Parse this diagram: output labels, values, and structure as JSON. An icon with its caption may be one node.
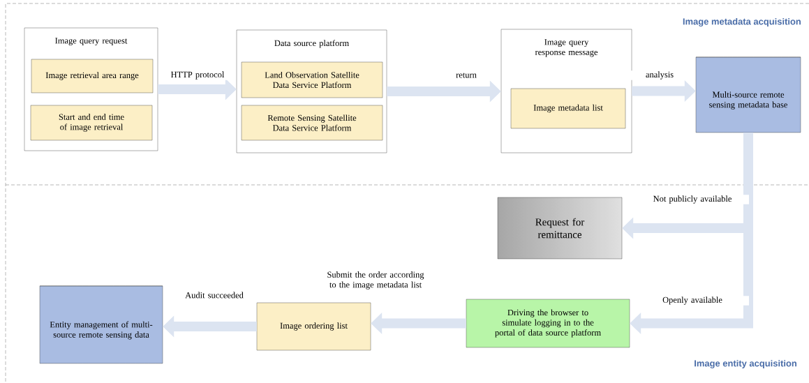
{
  "diagram": {
    "nodes": [
      {
        "text": [
          "Image query request"
        ]
      },
      {
        "text": [
          "Image retrieval area range"
        ],
        "in": 0
      },
      {
        "text": [
          "Start and end time of image retrieval"
        ],
        "in": 0
      },
      {
        "text": [
          "Data source platform"
        ]
      },
      {
        "text": [
          "Land  Observation Satellite Data Service Platform"
        ],
        "in": 3
      },
      {
        "text": [
          "Remote Sensing Satellite Data Service Platform"
        ],
        "in": 3
      },
      {
        "text": [
          "Image query response message"
        ]
      },
      {
        "text": [
          "Image metadata list"
        ],
        "in": 6
      },
      {
        "text": [
          "Multi-source remote sensing metadata base"
        ]
      },
      {
        "text": [
          "Request for remittance"
        ]
      },
      {
        "text": [
          "Driving the browser to simulate logging in to the portal of data source platform"
        ]
      },
      {
        "text": [
          "Image ordering list"
        ]
      },
      {
        "text": [
          "Entity management of multi-source remote sensing data"
        ]
      }
    ],
    "edges": [
      {
        "from": 0,
        "to": 3,
        "arrow": "to",
        "label": "HTTP protocol"
      },
      {
        "from": 3,
        "to": 6,
        "arrow": "to",
        "label": "return"
      },
      {
        "from": 6,
        "to": 8,
        "arrow": "to",
        "label": "analysis"
      },
      {
        "from": 8,
        "to": 9,
        "arrow": "to",
        "label": "Not publicly available"
      },
      {
        "from": 8,
        "to": 10,
        "arrow": "to",
        "label": "Openly available"
      },
      {
        "from": 10,
        "to": 11,
        "arrow": "to",
        "label": "Submit the order according to the image metadata list"
      },
      {
        "from": 11,
        "to": 12,
        "arrow": "to",
        "label": "Audit succeeded"
      }
    ],
    "labels": [
      "Image metadata acquisition",
      "Image entity acquisition"
    ]
  }
}
